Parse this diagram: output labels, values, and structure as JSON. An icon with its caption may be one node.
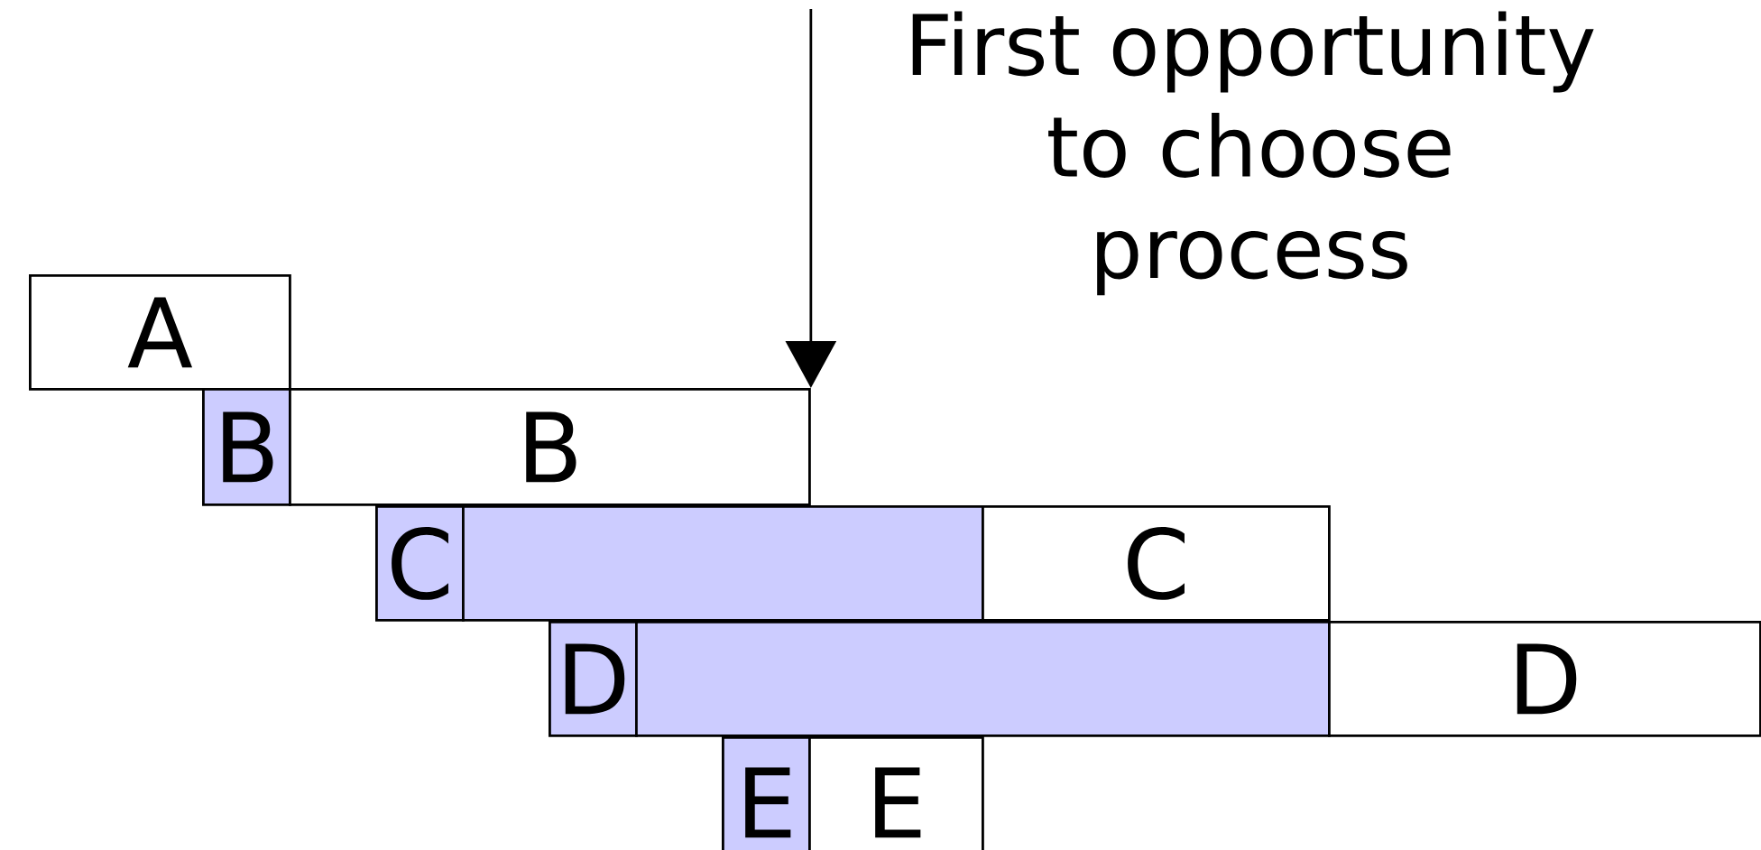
{
  "diagram": {
    "nodes": [
      {
        "text": [
          "A"
        ]
      },
      {
        "text": [
          "B"
        ]
      },
      {
        "text": [
          "B"
        ]
      },
      {
        "text": [
          "C"
        ]
      },
      {
        "text": [],
        "shape": "bar"
      },
      {
        "text": [
          "C"
        ]
      },
      {
        "text": [
          "D"
        ]
      },
      {
        "text": [],
        "shape": "bar"
      },
      {
        "text": [
          "D"
        ]
      },
      {
        "text": [
          "E"
        ]
      },
      {
        "text": [
          "E"
        ]
      }
    ],
    "edges": [
      {
        "from": null,
        "to": 2,
        "arrow": "to"
      }
    ],
    "labels": [
      "First opportunity to choose process"
    ]
  }
}
